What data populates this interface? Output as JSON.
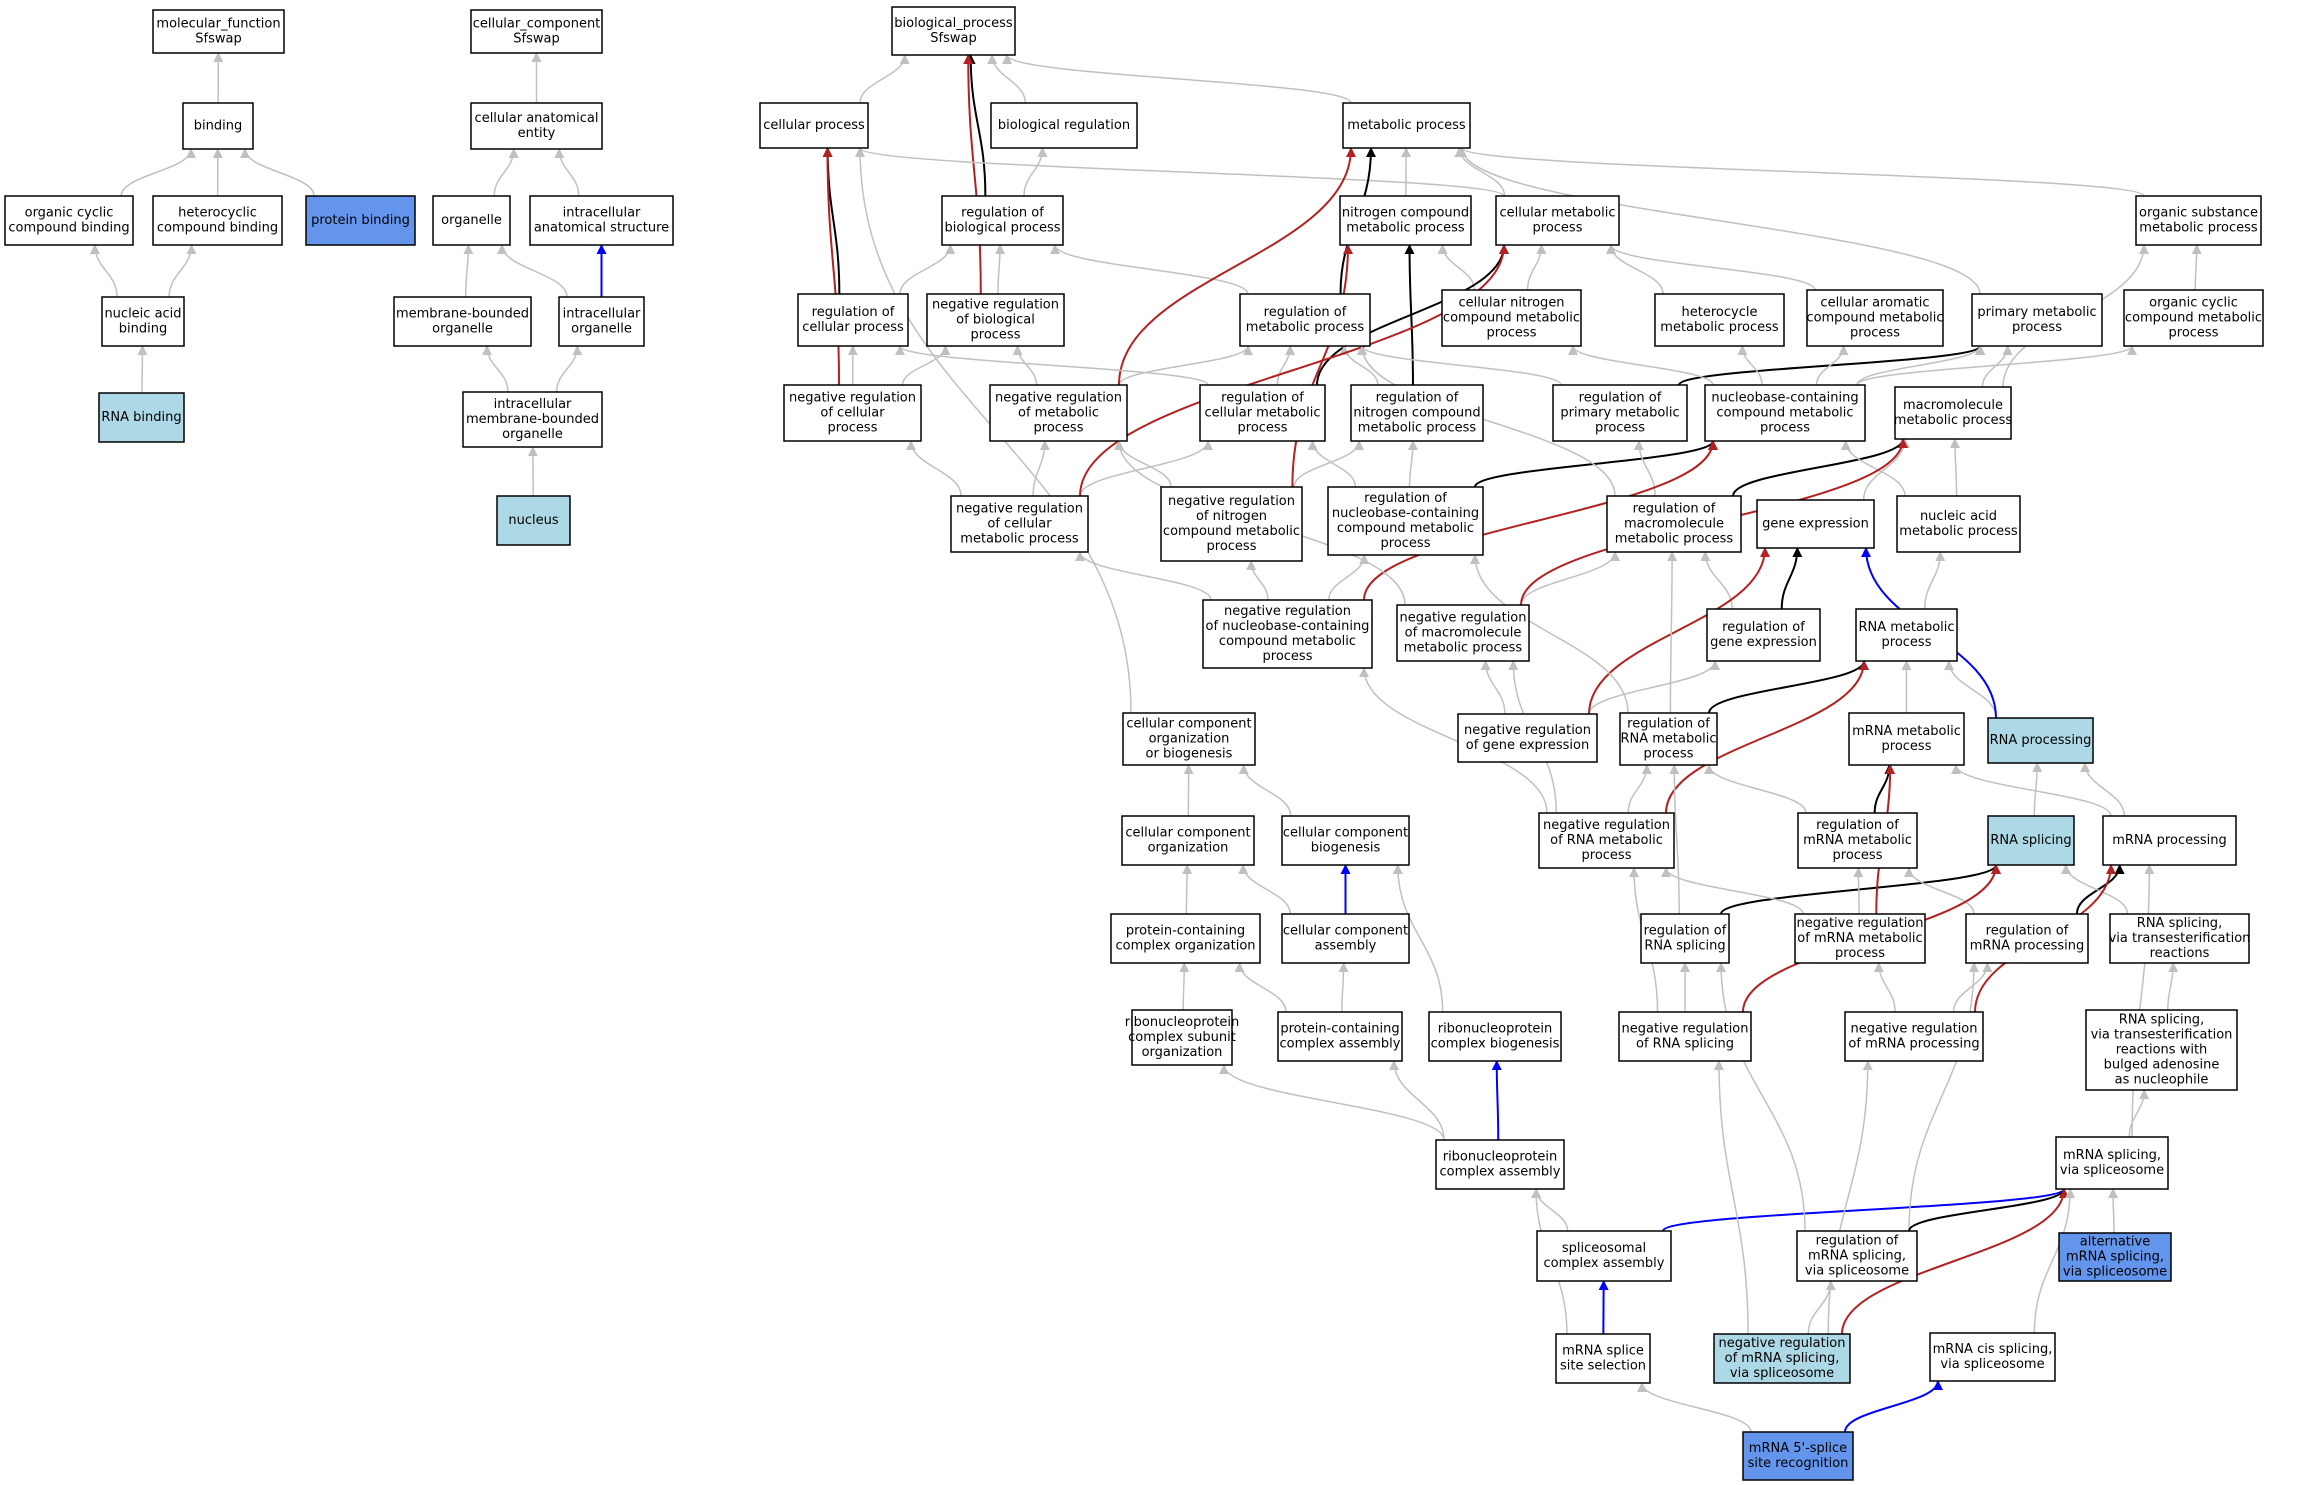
{
  "colors": {
    "white": "#ffffff",
    "light": "#add8e6",
    "blue": "#6495ed",
    "grey": "#c0c0c0",
    "black": "#000000",
    "red": "#b22222",
    "navy": "#0000ff"
  },
  "nodes": [
    {
      "id": "mf",
      "lines": [
        "molecular_function",
        "Sfswap"
      ]
    },
    {
      "id": "binding",
      "lines": [
        "binding"
      ]
    },
    {
      "id": "ocb",
      "lines": [
        "organic cyclic",
        "compound binding"
      ]
    },
    {
      "id": "hcb",
      "lines": [
        "heterocyclic",
        "compound binding"
      ]
    },
    {
      "id": "protbind",
      "lines": [
        "protein binding"
      ]
    },
    {
      "id": "nab",
      "lines": [
        "nucleic acid",
        "binding"
      ]
    },
    {
      "id": "rnabind",
      "lines": [
        "RNA binding"
      ]
    },
    {
      "id": "cc",
      "lines": [
        "cellular_component",
        "Sfswap"
      ]
    },
    {
      "id": "cae",
      "lines": [
        "cellular anatomical",
        "entity"
      ]
    },
    {
      "id": "organelle",
      "lines": [
        "organelle"
      ]
    },
    {
      "id": "ias",
      "lines": [
        "intracellular",
        "anatomical structure"
      ]
    },
    {
      "id": "mbo",
      "lines": [
        "membrane-bounded",
        "organelle"
      ]
    },
    {
      "id": "io",
      "lines": [
        "intracellular",
        "organelle"
      ]
    },
    {
      "id": "imbo",
      "lines": [
        "intracellular",
        "membrane-bounded",
        "organelle"
      ]
    },
    {
      "id": "nucleus",
      "lines": [
        "nucleus"
      ]
    },
    {
      "id": "bp",
      "lines": [
        "biological_process",
        "Sfswap"
      ]
    },
    {
      "id": "cp",
      "lines": [
        "cellular process"
      ]
    },
    {
      "id": "breg",
      "lines": [
        "biological regulation"
      ]
    },
    {
      "id": "mp",
      "lines": [
        "metabolic process"
      ]
    },
    {
      "id": "rbp",
      "lines": [
        "regulation of",
        "biological process"
      ]
    },
    {
      "id": "ncmp",
      "lines": [
        "nitrogen compound",
        "metabolic process"
      ]
    },
    {
      "id": "cmp",
      "lines": [
        "cellular metabolic",
        "process"
      ]
    },
    {
      "id": "osmp",
      "lines": [
        "organic substance",
        "metabolic process"
      ]
    },
    {
      "id": "rcp",
      "lines": [
        "regulation of",
        "cellular process"
      ]
    },
    {
      "id": "nrbp",
      "lines": [
        "negative regulation",
        "of biological",
        "process"
      ]
    },
    {
      "id": "rmp",
      "lines": [
        "regulation of",
        "metabolic process"
      ]
    },
    {
      "id": "cncmp",
      "lines": [
        "cellular nitrogen",
        "compound metabolic",
        "process"
      ]
    },
    {
      "id": "hmp",
      "lines": [
        "heterocycle",
        "metabolic process"
      ]
    },
    {
      "id": "cacmp",
      "lines": [
        "cellular aromatic",
        "compound metabolic",
        "process"
      ]
    },
    {
      "id": "pmp",
      "lines": [
        "primary metabolic",
        "process"
      ]
    },
    {
      "id": "occmp",
      "lines": [
        "organic cyclic",
        "compound metabolic",
        "process"
      ]
    },
    {
      "id": "nrcp",
      "lines": [
        "negative regulation",
        "of cellular",
        "process"
      ]
    },
    {
      "id": "nrmp",
      "lines": [
        "negative regulation",
        "of metabolic",
        "process"
      ]
    },
    {
      "id": "rcmp",
      "lines": [
        "regulation of",
        "cellular metabolic",
        "process"
      ]
    },
    {
      "id": "rncmp",
      "lines": [
        "regulation of",
        "nitrogen compound",
        "metabolic process"
      ]
    },
    {
      "id": "rpmp",
      "lines": [
        "regulation of",
        "primary metabolic",
        "process"
      ]
    },
    {
      "id": "nbcmp",
      "lines": [
        "nucleobase-containing",
        "compound metabolic",
        "process"
      ]
    },
    {
      "id": "macmp",
      "lines": [
        "macromolecule",
        "metabolic process"
      ]
    },
    {
      "id": "nrcmp",
      "lines": [
        "negative regulation",
        "of cellular",
        "metabolic process"
      ]
    },
    {
      "id": "nrncmp",
      "lines": [
        "negative regulation",
        "of nitrogen",
        "compound metabolic",
        "process"
      ]
    },
    {
      "id": "rnbcmp",
      "lines": [
        "regulation of",
        "nucleobase-containing",
        "compound metabolic",
        "process"
      ]
    },
    {
      "id": "rmacmp",
      "lines": [
        "regulation of",
        "macromolecule",
        "metabolic process"
      ]
    },
    {
      "id": "ge",
      "lines": [
        "gene expression"
      ]
    },
    {
      "id": "namp",
      "lines": [
        "nucleic acid",
        "metabolic process"
      ]
    },
    {
      "id": "nrnbcmp",
      "lines": [
        "negative regulation",
        "of nucleobase-containing",
        "compound metabolic",
        "process"
      ]
    },
    {
      "id": "nrmacmp",
      "lines": [
        "negative regulation",
        "of macromolecule",
        "metabolic process"
      ]
    },
    {
      "id": "rge",
      "lines": [
        "regulation of",
        "gene expression"
      ]
    },
    {
      "id": "rnamp",
      "lines": [
        "RNA metabolic",
        "process"
      ]
    },
    {
      "id": "ccob",
      "lines": [
        "cellular component",
        "organization",
        "or biogenesis"
      ]
    },
    {
      "id": "nrge",
      "lines": [
        "negative regulation",
        "of gene expression"
      ]
    },
    {
      "id": "rrnamp",
      "lines": [
        "regulation of",
        "RNA metabolic",
        "process"
      ]
    },
    {
      "id": "mrnamp",
      "lines": [
        "mRNA metabolic",
        "process"
      ]
    },
    {
      "id": "rnaproc",
      "lines": [
        "RNA processing"
      ]
    },
    {
      "id": "cco",
      "lines": [
        "cellular component",
        "organization"
      ]
    },
    {
      "id": "ccb",
      "lines": [
        "cellular component",
        "biogenesis"
      ]
    },
    {
      "id": "nrrnamp",
      "lines": [
        "negative regulation",
        "of RNA metabolic",
        "process"
      ]
    },
    {
      "id": "rmrnamp",
      "lines": [
        "regulation of",
        "mRNA metabolic",
        "process"
      ]
    },
    {
      "id": "rnasplice",
      "lines": [
        "RNA splicing"
      ]
    },
    {
      "id": "mrnaproc",
      "lines": [
        "mRNA processing"
      ]
    },
    {
      "id": "pcco",
      "lines": [
        "protein-containing",
        "complex organization"
      ]
    },
    {
      "id": "cca",
      "lines": [
        "cellular component",
        "assembly"
      ]
    },
    {
      "id": "rrs",
      "lines": [
        "regulation of",
        "RNA splicing"
      ]
    },
    {
      "id": "nrmrnamp",
      "lines": [
        "negative regulation",
        "of mRNA metabolic",
        "process"
      ]
    },
    {
      "id": "rmrnaproc",
      "lines": [
        "regulation of",
        "mRNA processing"
      ]
    },
    {
      "id": "rsvtr",
      "lines": [
        "RNA splicing,",
        "via transesterification",
        "reactions"
      ]
    },
    {
      "id": "rncso",
      "lines": [
        "ribonucleoprotein",
        "complex subunit",
        "organization"
      ]
    },
    {
      "id": "pcca",
      "lines": [
        "protein-containing",
        "complex assembly"
      ]
    },
    {
      "id": "rncb",
      "lines": [
        "ribonucleoprotein",
        "complex biogenesis"
      ]
    },
    {
      "id": "nrrs",
      "lines": [
        "negative regulation",
        "of RNA splicing"
      ]
    },
    {
      "id": "nrmrnaproc",
      "lines": [
        "negative regulation",
        "of mRNA processing"
      ]
    },
    {
      "id": "rsvtrba",
      "lines": [
        "RNA splicing,",
        "via transesterification",
        "reactions with",
        "bulged adenosine",
        "as nucleophile"
      ]
    },
    {
      "id": "rnca",
      "lines": [
        "ribonucleoprotein",
        "complex assembly"
      ]
    },
    {
      "id": "msvs",
      "lines": [
        "mRNA splicing,",
        "via spliceosome"
      ]
    },
    {
      "id": "sca",
      "lines": [
        "spliceosomal",
        "complex assembly"
      ]
    },
    {
      "id": "rmsvs",
      "lines": [
        "regulation of",
        "mRNA splicing,",
        "via spliceosome"
      ]
    },
    {
      "id": "amsvs",
      "lines": [
        "alternative",
        "mRNA splicing,",
        "via spliceosome"
      ]
    },
    {
      "id": "msss",
      "lines": [
        "mRNA splice",
        "site selection"
      ]
    },
    {
      "id": "nrmsvs",
      "lines": [
        "negative regulation",
        "of mRNA splicing,",
        "via spliceosome"
      ]
    },
    {
      "id": "mcsvs",
      "lines": [
        "mRNA cis splicing,",
        "via spliceosome"
      ]
    },
    {
      "id": "m5ssr",
      "lines": [
        "mRNA 5'-splice",
        "site recognition"
      ]
    }
  ]
}
